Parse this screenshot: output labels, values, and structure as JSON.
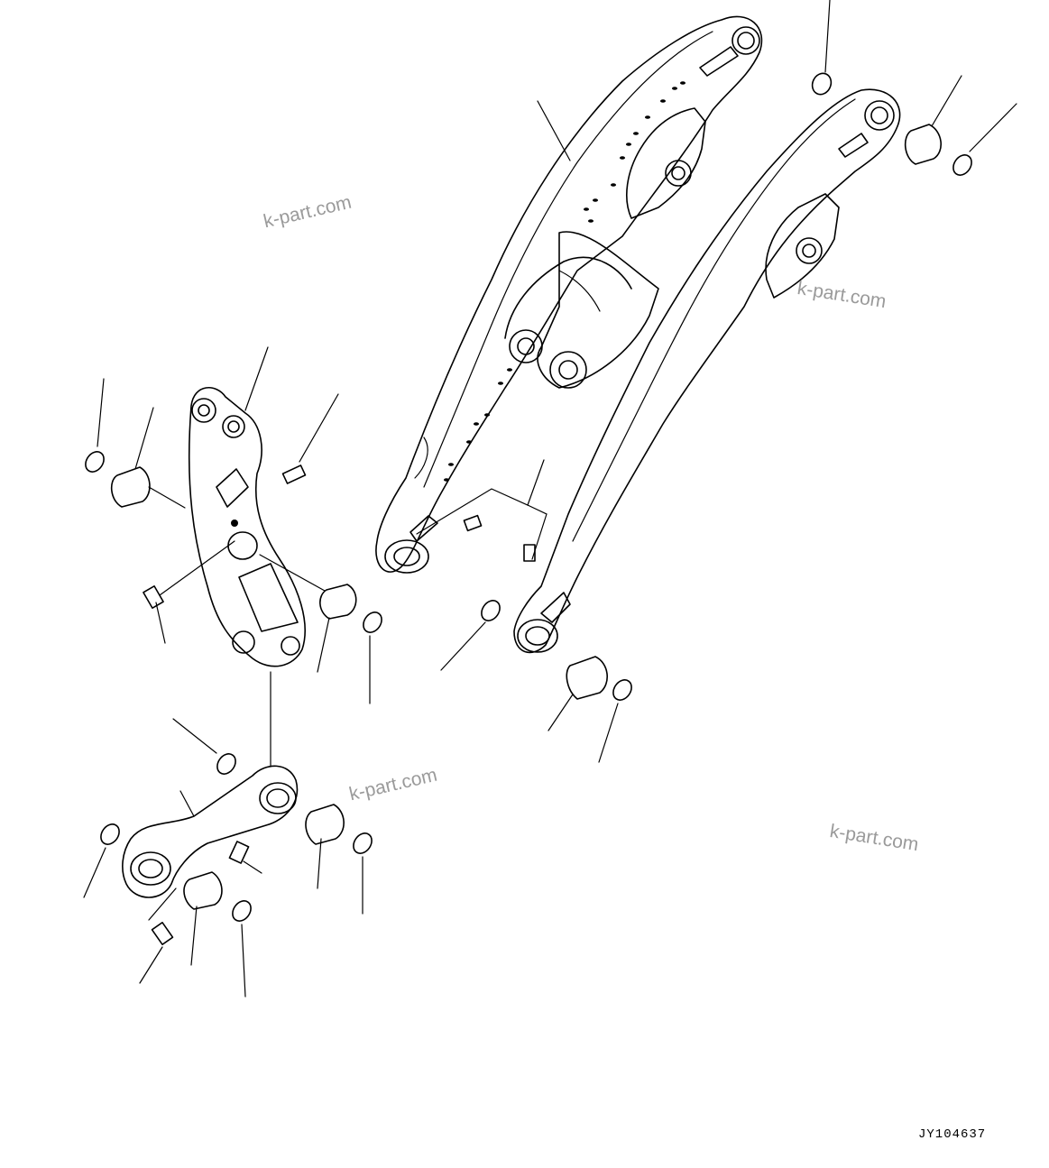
{
  "drawing": {
    "number": "JY104637",
    "watermarks": [
      "k-part.com",
      "k-part.com",
      "k-part.com",
      "k-part.com"
    ]
  },
  "parts": [
    {
      "name": "lift-arm-left-beam"
    },
    {
      "name": "lift-arm-right-beam"
    },
    {
      "name": "bellcrank"
    },
    {
      "name": "tilt-link"
    },
    {
      "name": "bushing"
    },
    {
      "name": "o-ring"
    },
    {
      "name": "grease-fitting"
    }
  ]
}
